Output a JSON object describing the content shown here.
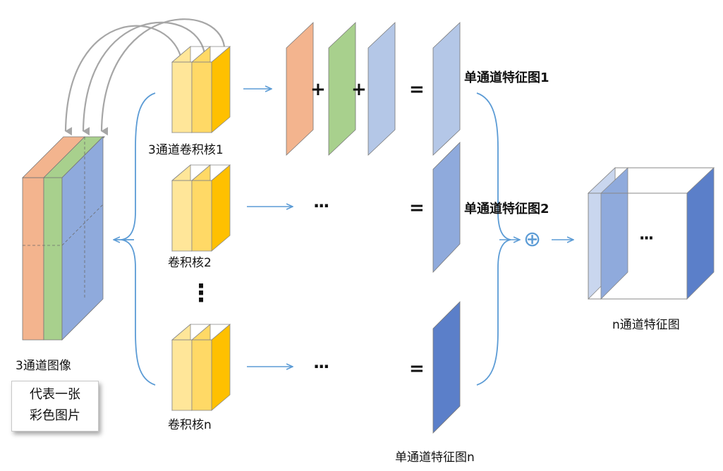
{
  "labels": {
    "input_image": "3通道图像",
    "kernel_1": "3通道卷积核1",
    "kernel_2": "卷积核2",
    "kernel_n": "卷积核n",
    "feature_map_1": "单通道特征图1",
    "feature_map_2": "单通道特征图2",
    "feature_map_n": "单通道特征图n",
    "output": "n通道特征图"
  },
  "note": {
    "line1": "代表一张",
    "line2": "彩色图片"
  },
  "symbols": {
    "plus": "+",
    "equals": "=",
    "ellipsis": "···",
    "vertical_ellipsis": "⋮",
    "concat": "⊕"
  },
  "colors": {
    "red_channel": "#f3b48e",
    "green_channel": "#a8d08d",
    "blue_channel": "#8faadc",
    "kernel_light": "#ffe699",
    "kernel_mid": "#ffd966",
    "kernel_dark": "#ffc000",
    "map_1": "#b4c7e7",
    "map_2": "#8faadc",
    "map_n": "#5b7fc9",
    "arrow": "#5b9bd5",
    "curve_arrow": "#a6a6a6"
  }
}
